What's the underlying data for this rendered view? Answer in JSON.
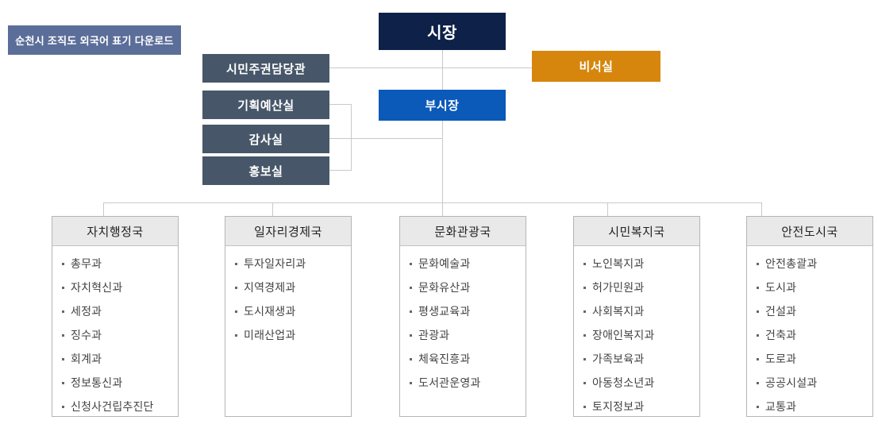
{
  "page": {
    "title": "순천시 조직도",
    "background": "#ffffff"
  },
  "download_button": {
    "label": "순천시 조직도 외국어 표기 다운로드",
    "bg": "#5b6e99"
  },
  "org": {
    "mayor": {
      "label": "시장",
      "bg": "#0e2148"
    },
    "vice_mayor": {
      "label": "부시장",
      "bg": "#0b59b8"
    },
    "secretary": {
      "label": "비서실",
      "bg": "#d6860c"
    },
    "staff_offices": [
      {
        "label": "시민주권담당관"
      },
      {
        "label": "기획예산실"
      },
      {
        "label": "감사실"
      },
      {
        "label": "홍보실"
      }
    ],
    "departments": [
      {
        "title": "자치행정국",
        "items": [
          "총무과",
          "자치혁신과",
          "세정과",
          "징수과",
          "회계과",
          "정보통신과",
          "신청사건립추진단"
        ]
      },
      {
        "title": "일자리경제국",
        "items": [
          "투자일자리과",
          "지역경제과",
          "도시재생과",
          "미래산업과"
        ]
      },
      {
        "title": "문화관광국",
        "items": [
          "문화예술과",
          "문화유산과",
          "평생교육과",
          "관광과",
          "체육진흥과",
          "도서관운영과"
        ]
      },
      {
        "title": "시민복지국",
        "items": [
          "노인복지과",
          "허가민원과",
          "사회복지과",
          "장애인복지과",
          "가족보육과",
          "아동청소년과",
          "토지정보과"
        ]
      },
      {
        "title": "안전도시국",
        "items": [
          "안전총괄과",
          "도시과",
          "건설과",
          "건축과",
          "도로과",
          "공공시설과",
          "교통과"
        ]
      }
    ]
  },
  "colors": {
    "mayor_navy": "#0e2148",
    "vice_mayor_blue": "#0b59b8",
    "secretary_orange": "#d6860c",
    "staff_slate": "#475769",
    "button_indigo": "#5b6e99",
    "connector_gray": "#c9c9c9",
    "dept_header_bg": "#e9e9e9",
    "dept_border": "#b5b5b5"
  }
}
